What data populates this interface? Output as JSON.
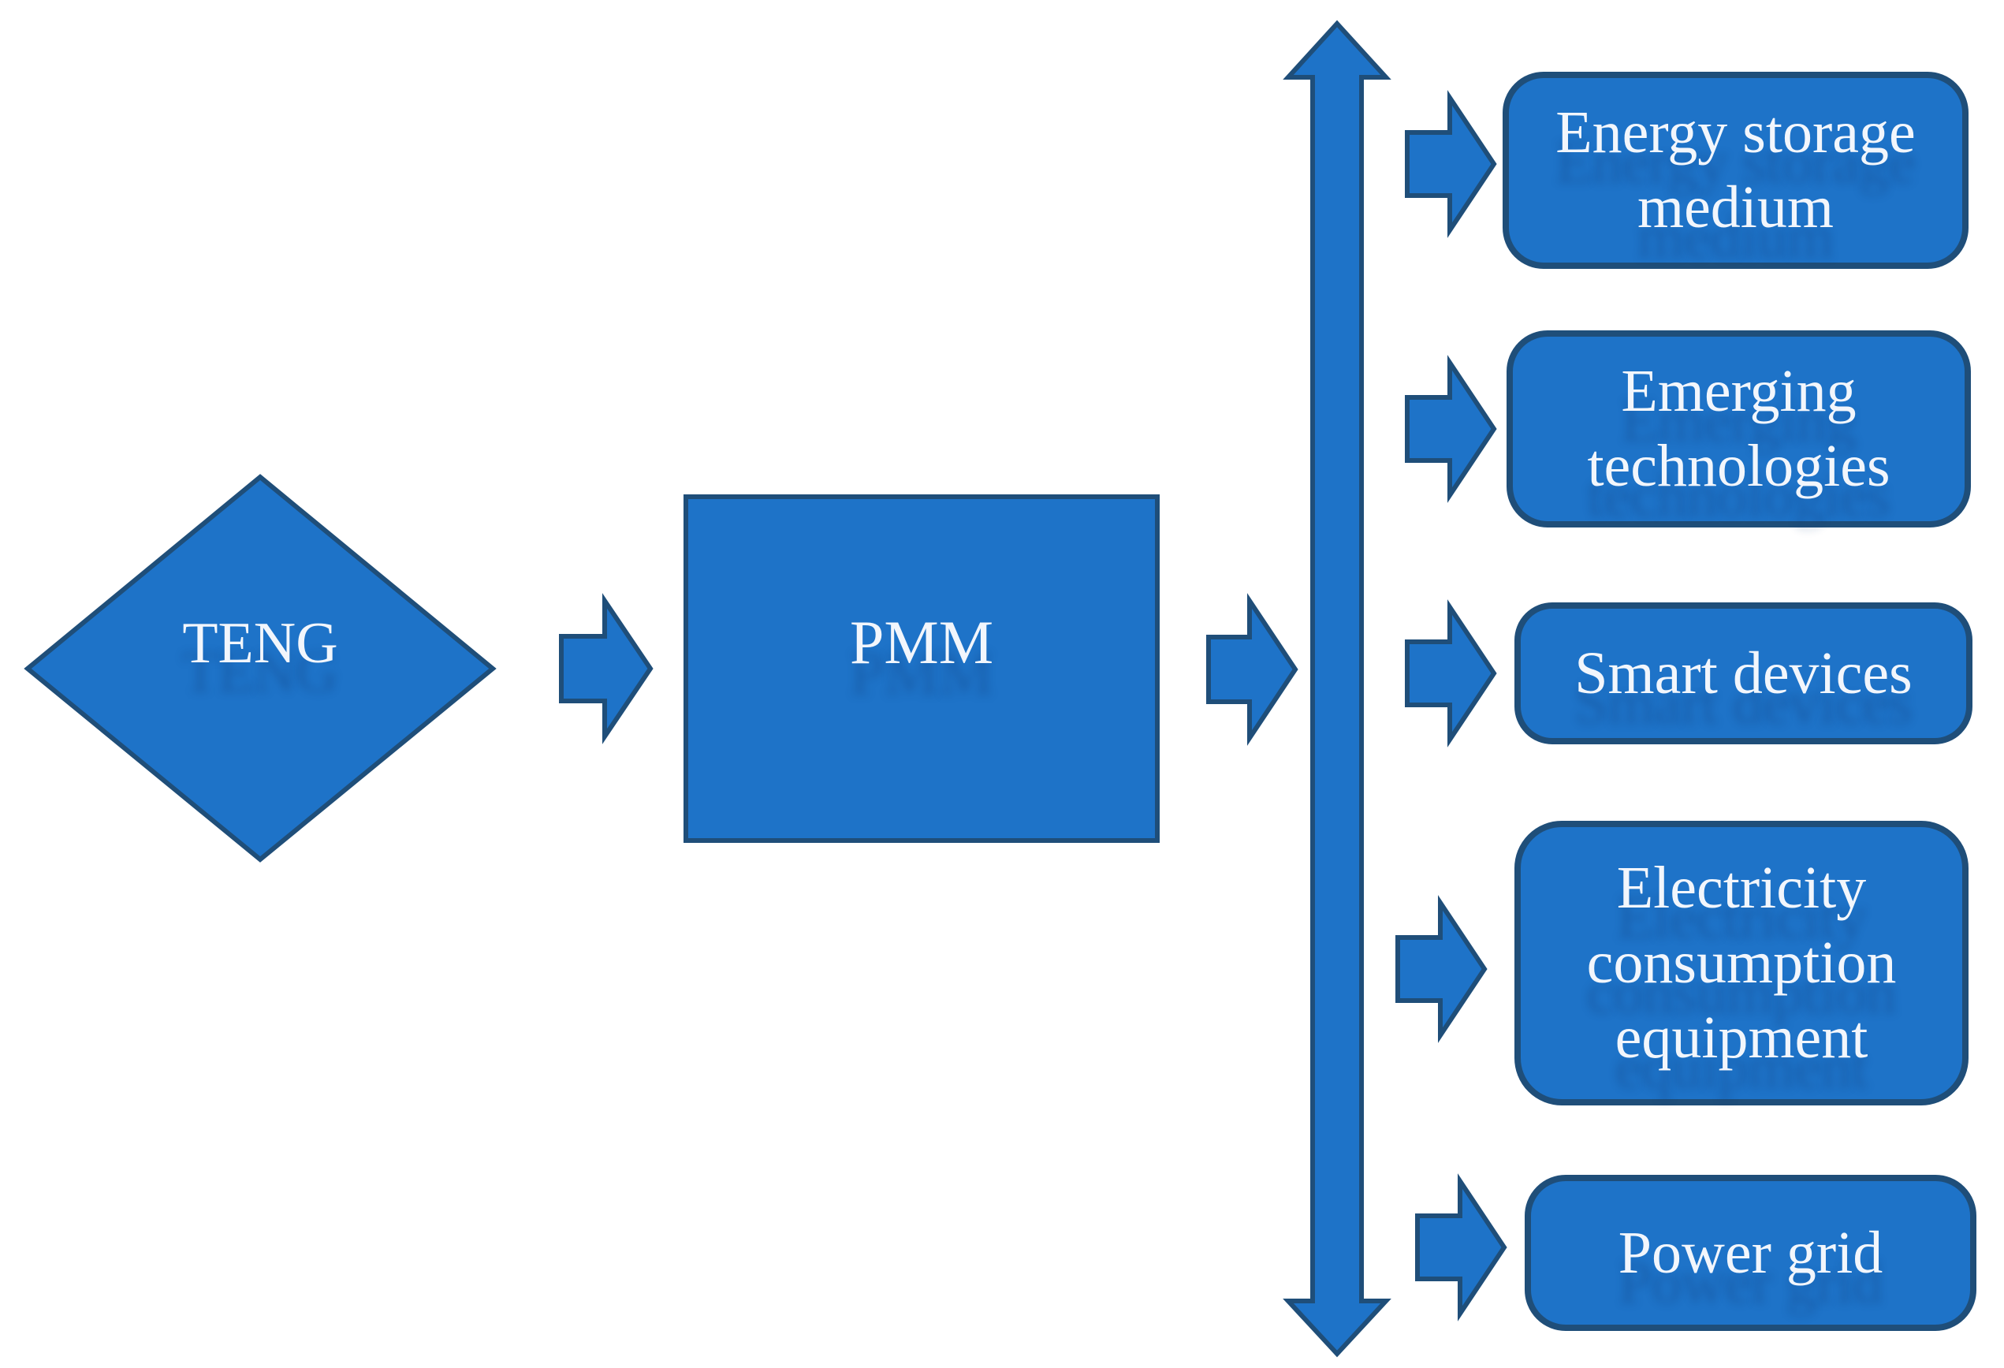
{
  "figure": {
    "source": {
      "label": "TENG",
      "shape": "diamond"
    },
    "manager": {
      "label": "PMM",
      "shape": "rectangle"
    },
    "outputs": [
      {
        "label": "Energy storage medium"
      },
      {
        "label": "Emerging technologies"
      },
      {
        "label": "Smart devices"
      },
      {
        "label": "Electricity consumption equipment"
      },
      {
        "label": "Power grid"
      }
    ]
  },
  "icons": {
    "flow_connector": "right-block-arrow-icon",
    "distribution_bus": "vertical-double-arrow-icon"
  },
  "colors": {
    "shape_fill": "#1e73c8",
    "shape_border": "#1f4e79",
    "label_text": "#f2f6fc",
    "background": "#ffffff"
  }
}
